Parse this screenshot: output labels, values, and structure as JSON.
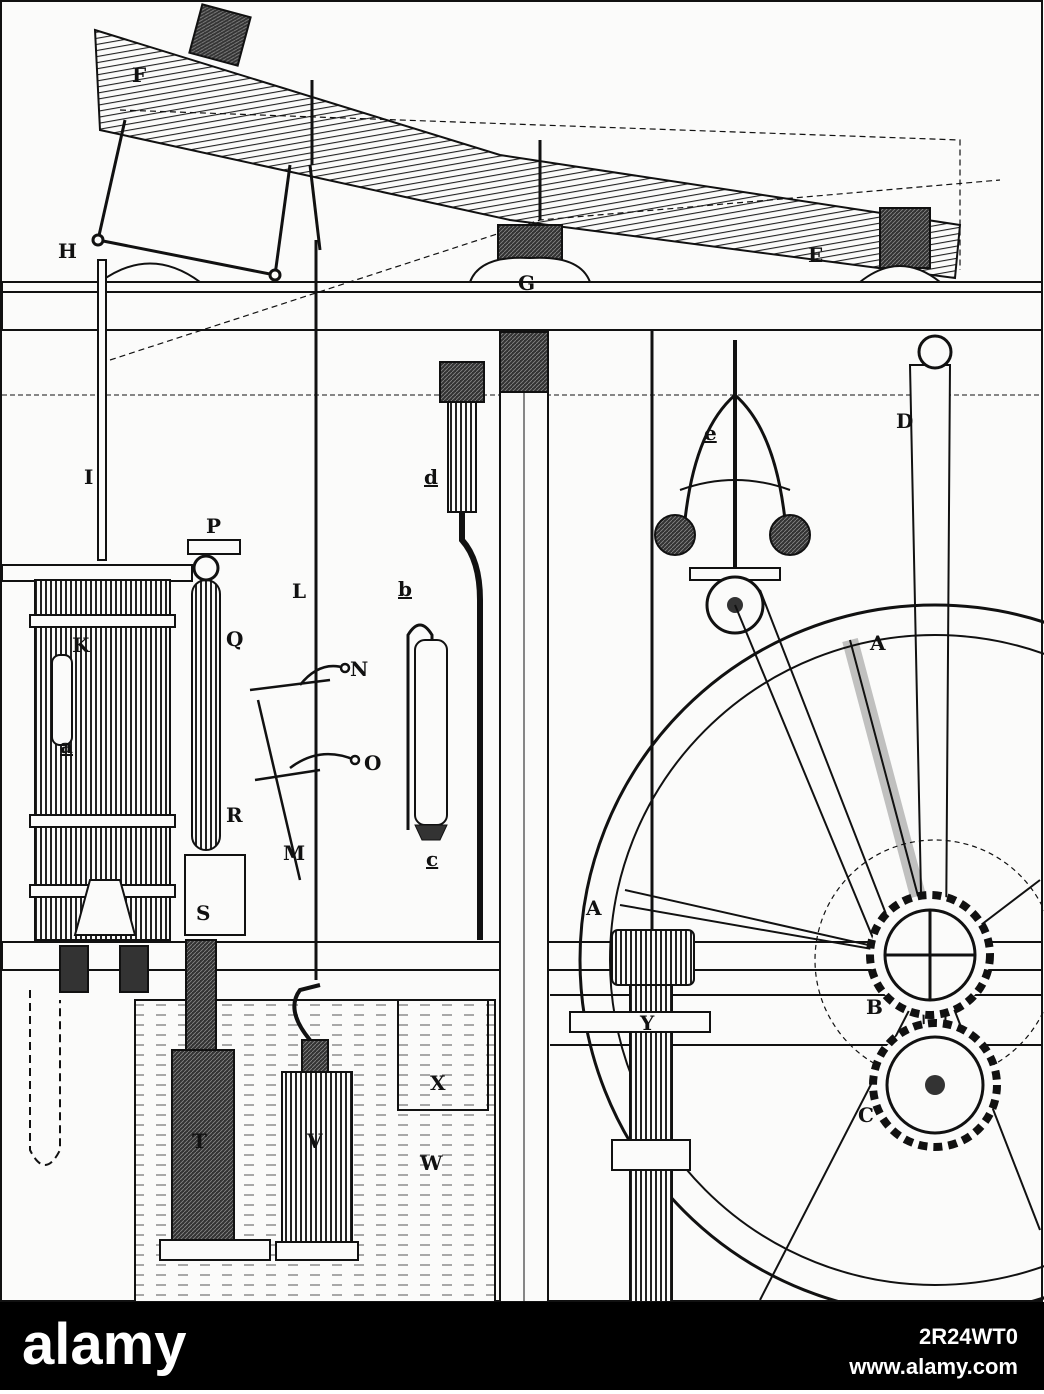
{
  "labels": {
    "F": "F",
    "H": "H",
    "G": "G",
    "E": "E",
    "D": "D",
    "I": "I",
    "P": "P",
    "L": "L",
    "b": "b",
    "d": "d",
    "e": "e",
    "K": "K",
    "a": "a",
    "Q": "Q",
    "N": "N",
    "O": "O",
    "R": "R",
    "M": "M",
    "c": "c",
    "S": "S",
    "A1": "A",
    "A2": "A",
    "B": "B",
    "C": "C",
    "T": "T",
    "V": "V",
    "X": "X",
    "W": "W",
    "Y": "Y"
  },
  "watermark": {
    "brand": "alamy",
    "image_id": "2R24WT0",
    "url": "www.alamy.com"
  },
  "colors": {
    "ink": "#111111",
    "paper": "#fbfbfa",
    "footer": "#000000"
  }
}
